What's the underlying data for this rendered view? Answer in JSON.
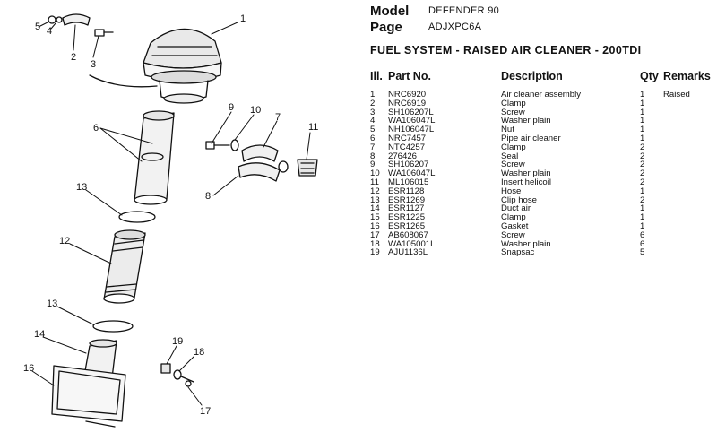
{
  "header": {
    "model_label": "Model",
    "model_value": "DEFENDER 90",
    "page_label": "Page",
    "page_value": "ADJXPC6A"
  },
  "section_title": "FUEL SYSTEM - RAISED AIR CLEANER - 200TDI",
  "table": {
    "columns": [
      "Ill.",
      "Part No.",
      "Description",
      "Qty",
      "Remarks"
    ],
    "rows": [
      {
        "ill": "1",
        "part": "NRC6920",
        "desc": "Air cleaner assembly",
        "qty": "1",
        "rem": "Raised"
      },
      {
        "ill": "2",
        "part": "NRC6919",
        "desc": "Clamp",
        "qty": "1",
        "rem": ""
      },
      {
        "ill": "3",
        "part": "SH106207L",
        "desc": "Screw",
        "qty": "1",
        "rem": ""
      },
      {
        "ill": "4",
        "part": "WA106047L",
        "desc": "Washer plain",
        "qty": "1",
        "rem": ""
      },
      {
        "ill": "5",
        "part": "NH106047L",
        "desc": "Nut",
        "qty": "1",
        "rem": ""
      },
      {
        "ill": "6",
        "part": "NRC7457",
        "desc": "Pipe air cleaner",
        "qty": "1",
        "rem": ""
      },
      {
        "ill": "7",
        "part": "NTC4257",
        "desc": "Clamp",
        "qty": "2",
        "rem": ""
      },
      {
        "ill": "8",
        "part": "276426",
        "desc": "Seal",
        "qty": "2",
        "rem": ""
      },
      {
        "ill": "9",
        "part": "SH106207",
        "desc": "Screw",
        "qty": "2",
        "rem": ""
      },
      {
        "ill": "10",
        "part": "WA106047L",
        "desc": "Washer plain",
        "qty": "2",
        "rem": ""
      },
      {
        "ill": "11",
        "part": "ML106015",
        "desc": "Insert helicoil",
        "qty": "2",
        "rem": ""
      },
      {
        "ill": "12",
        "part": "ESR1128",
        "desc": "Hose",
        "qty": "1",
        "rem": ""
      },
      {
        "ill": "13",
        "part": "ESR1269",
        "desc": "Clip hose",
        "qty": "2",
        "rem": ""
      },
      {
        "ill": "14",
        "part": "ESR1127",
        "desc": "Duct air",
        "qty": "1",
        "rem": ""
      },
      {
        "ill": "15",
        "part": "ESR1225",
        "desc": "Clamp",
        "qty": "1",
        "rem": ""
      },
      {
        "ill": "16",
        "part": "ESR1265",
        "desc": "Gasket",
        "qty": "1",
        "rem": ""
      },
      {
        "ill": "17",
        "part": "AB608067",
        "desc": "Screw",
        "qty": "6",
        "rem": ""
      },
      {
        "ill": "18",
        "part": "WA105001L",
        "desc": "Washer plain",
        "qty": "6",
        "rem": ""
      },
      {
        "ill": "19",
        "part": "AJU1136L",
        "desc": "Snapsac",
        "qty": "5",
        "rem": ""
      }
    ]
  },
  "diagram": {
    "callouts": [
      "1",
      "5",
      "4",
      "2",
      "3",
      "6",
      "9",
      "10",
      "7",
      "11",
      "8",
      "13",
      "12",
      "13",
      "14",
      "16",
      "19",
      "18",
      "17"
    ]
  }
}
